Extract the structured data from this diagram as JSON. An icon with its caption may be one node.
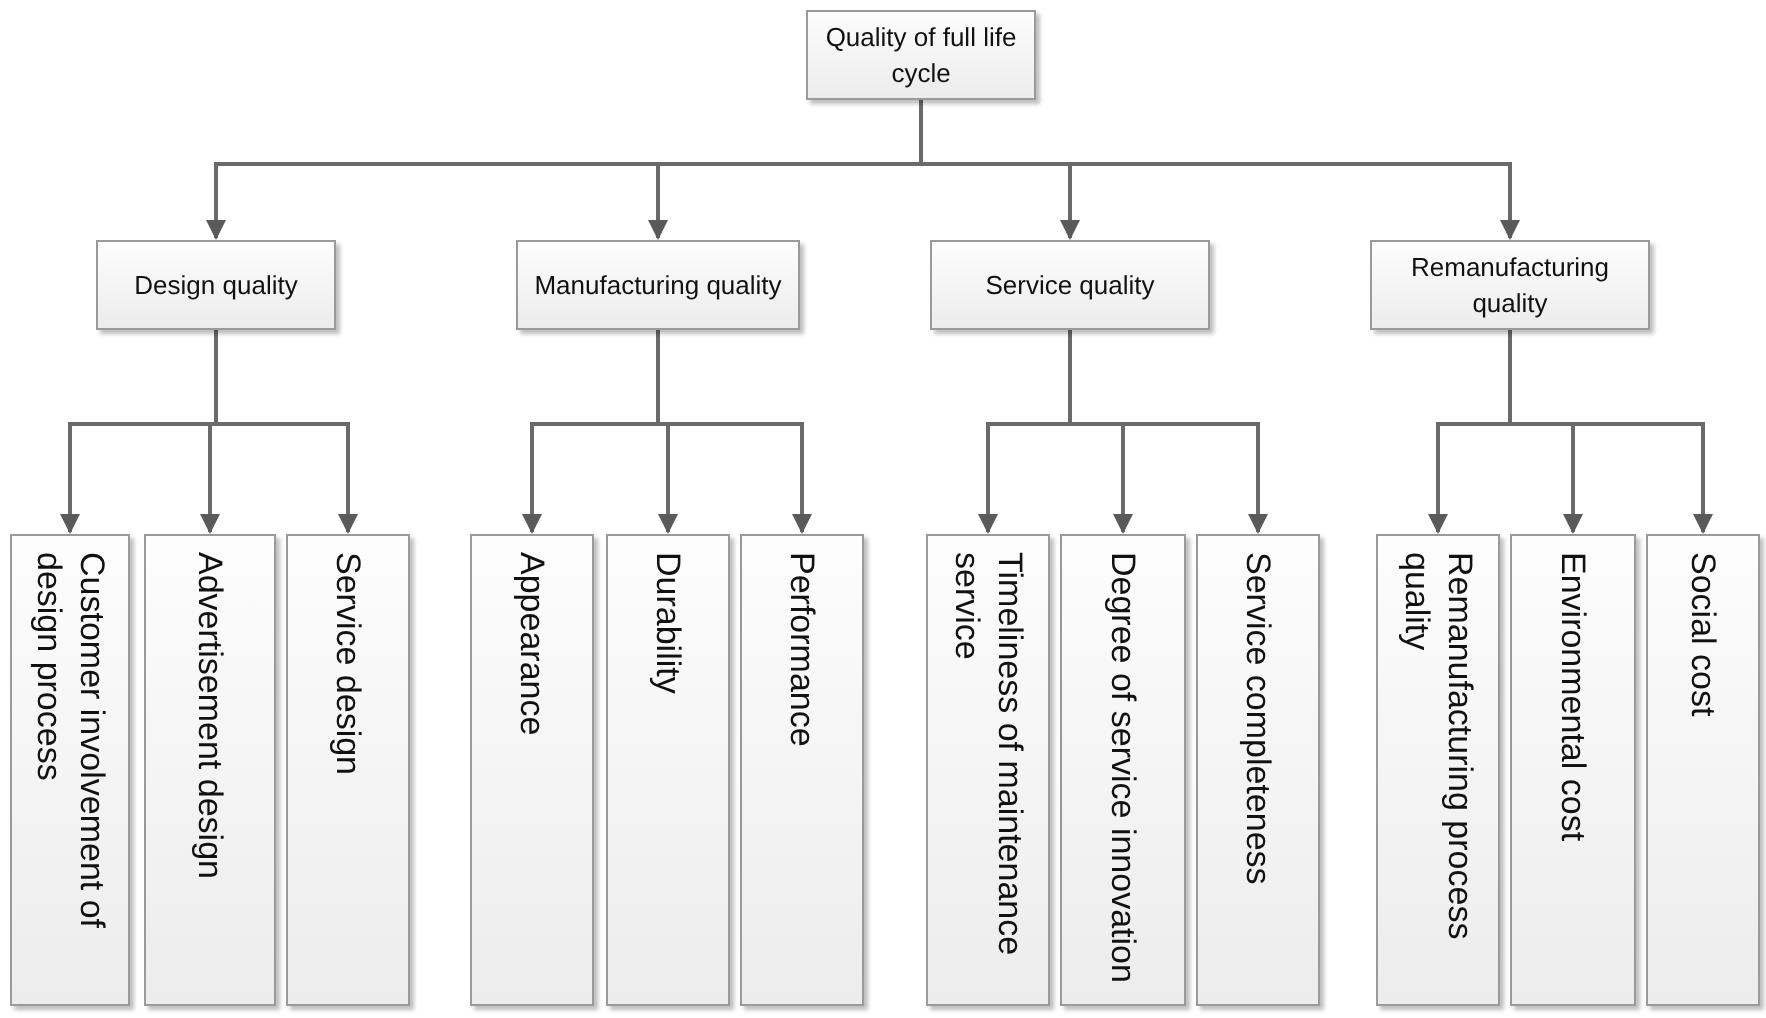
{
  "diagram": {
    "nodes": [
      {
        "text": [
          "Quality of full life cycle"
        ]
      },
      {
        "text": [
          "Design quality"
        ]
      },
      {
        "text": [
          "Manufacturing quality"
        ]
      },
      {
        "text": [
          "Service quality"
        ]
      },
      {
        "text": [
          "Remanufacturing quality"
        ]
      },
      {
        "text": [
          "Customer involvement of design process"
        ]
      },
      {
        "text": [
          "Advertisement design"
        ]
      },
      {
        "text": [
          "Service design"
        ]
      },
      {
        "text": [
          "Appearance"
        ]
      },
      {
        "text": [
          "Durability"
        ]
      },
      {
        "text": [
          "Performance"
        ]
      },
      {
        "text": [
          "Timeliness of maintenance service"
        ]
      },
      {
        "text": [
          "Degree of service innovation"
        ]
      },
      {
        "text": [
          "Service completeness"
        ]
      },
      {
        "text": [
          "Remanufacturing process quality"
        ]
      },
      {
        "text": [
          "Environmental cost"
        ]
      },
      {
        "text": [
          "Social cost"
        ]
      }
    ],
    "edges": [
      {
        "from": 0,
        "to": 1,
        "arrow": "to"
      },
      {
        "from": 0,
        "to": 2,
        "arrow": "to"
      },
      {
        "from": 0,
        "to": 3,
        "arrow": "to"
      },
      {
        "from": 0,
        "to": 4,
        "arrow": "to"
      },
      {
        "from": 1,
        "to": 5,
        "arrow": "to"
      },
      {
        "from": 1,
        "to": 6,
        "arrow": "to"
      },
      {
        "from": 1,
        "to": 7,
        "arrow": "to"
      },
      {
        "from": 2,
        "to": 8,
        "arrow": "to"
      },
      {
        "from": 2,
        "to": 9,
        "arrow": "to"
      },
      {
        "from": 2,
        "to": 10,
        "arrow": "to"
      },
      {
        "from": 3,
        "to": 11,
        "arrow": "to"
      },
      {
        "from": 3,
        "to": 12,
        "arrow": "to"
      },
      {
        "from": 3,
        "to": 13,
        "arrow": "to"
      },
      {
        "from": 4,
        "to": 14,
        "arrow": "to"
      },
      {
        "from": 4,
        "to": 15,
        "arrow": "to"
      },
      {
        "from": 4,
        "to": 16,
        "arrow": "to"
      }
    ]
  }
}
